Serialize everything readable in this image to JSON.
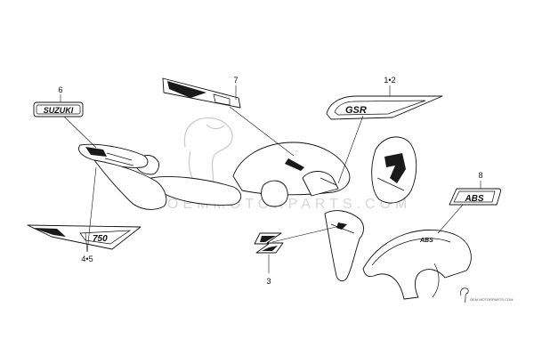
{
  "callouts": [
    {
      "id": "1-2",
      "label": "1•2"
    },
    {
      "id": "3",
      "label": "3"
    },
    {
      "id": "4-5",
      "label": "4•5"
    },
    {
      "id": "6",
      "label": "6"
    },
    {
      "id": "7",
      "label": "7"
    },
    {
      "id": "8",
      "label": "8"
    }
  ],
  "decals": {
    "suzuki_badge": "SUZUKI",
    "tank_logo": "GSR",
    "tail_model": "750",
    "abs_badge": "ABS"
  },
  "watermark": {
    "text": "OEMMOTORPARTS.COM",
    "credit": "OEM MOTORPARTS.COM"
  },
  "colors": {
    "line": "#111111",
    "fill_dark": "#1a1a1a",
    "watermark": "#d6d6d6"
  }
}
